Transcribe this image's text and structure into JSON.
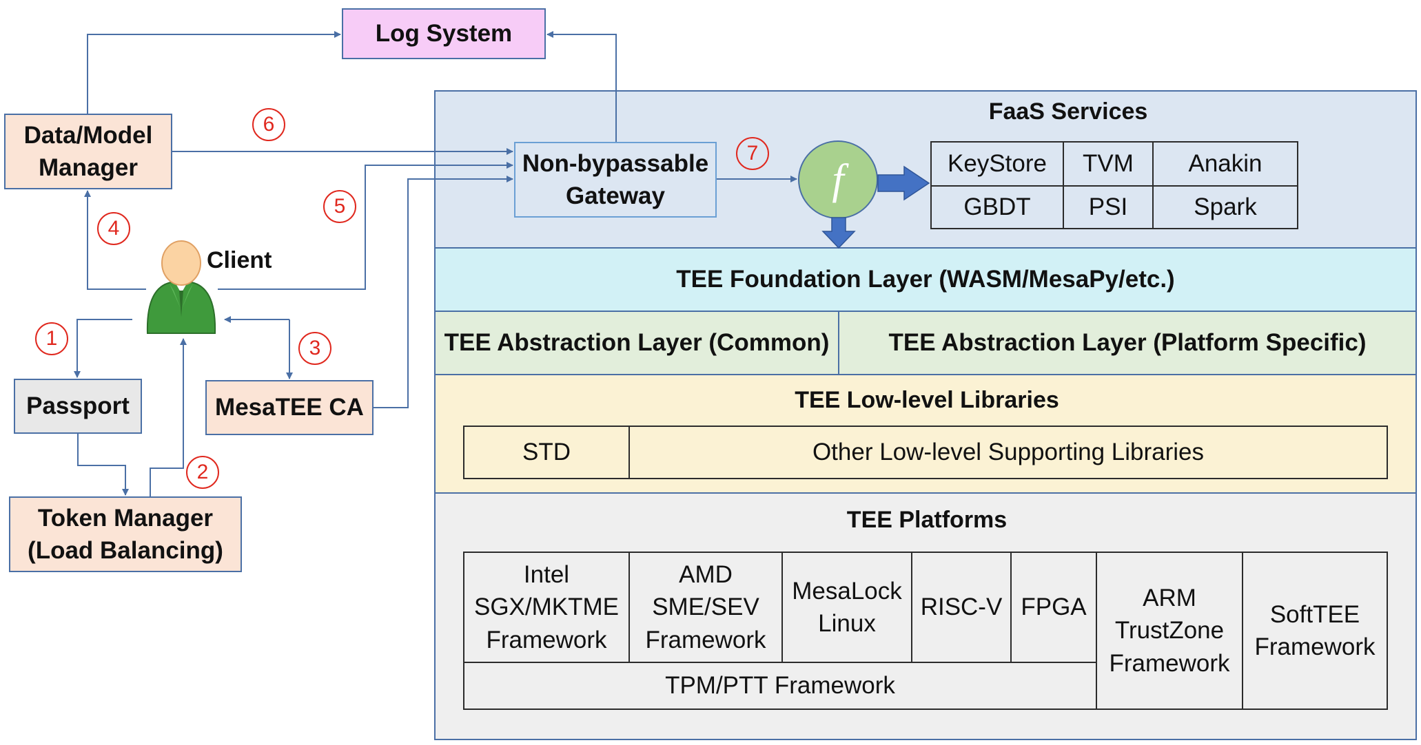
{
  "left": {
    "log_system": "Log System",
    "data_model_manager": [
      "Data/Model",
      "Manager"
    ],
    "client": "Client",
    "passport": "Passport",
    "mesatee_ca": "MesaTEE CA",
    "token_manager": [
      "Token Manager",
      "(Load Balancing)"
    ],
    "steps": [
      "1",
      "2",
      "3",
      "4",
      "5",
      "6",
      "7"
    ]
  },
  "faas": {
    "title": "FaaS Services",
    "gateway": [
      "Non-bypassable",
      "Gateway"
    ],
    "function_symbol": "f",
    "services": [
      "KeyStore",
      "TVM",
      "Anakin",
      "GBDT",
      "PSI",
      "Spark"
    ]
  },
  "layers": {
    "foundation": "TEE Foundation Layer (WASM/MesaPy/etc.)",
    "abstraction_common": "TEE Abstraction Layer (Common)",
    "abstraction_platform": "TEE Abstraction Layer (Platform Specific)",
    "lowlevel_title": "TEE Low-level Libraries",
    "std": "STD",
    "other_libs": "Other Low-level Supporting Libraries",
    "platforms_title": "TEE Platforms",
    "platforms": {
      "intel": [
        "Intel",
        "SGX/MKTME",
        "Framework"
      ],
      "amd": [
        "AMD",
        "SME/SEV",
        "Framework"
      ],
      "mesalock": [
        "MesaLock",
        "Linux"
      ],
      "riscv": "RISC-V",
      "fpga": "FPGA",
      "arm": [
        "ARM",
        "TrustZone",
        "Framework"
      ],
      "softtee": [
        "SoftTEE",
        "Framework"
      ],
      "tpm": "TPM/PTT Framework"
    }
  },
  "colors": {
    "faas_bg": "#dce6f2",
    "foundation_bg": "#d2f1f6",
    "abstraction_bg": "#e2eedb",
    "lowlevel_bg": "#fbf2d4",
    "platforms_bg": "#efefef",
    "log_bg": "#f7ccf7",
    "peach_bg": "#fbe4d6",
    "passport_bg": "#e8e8e8",
    "func_bg": "#a9d18e",
    "arrow_blue": "#4472c4",
    "line_blue": "#4a6fa5",
    "step_red": "#e0281e"
  }
}
